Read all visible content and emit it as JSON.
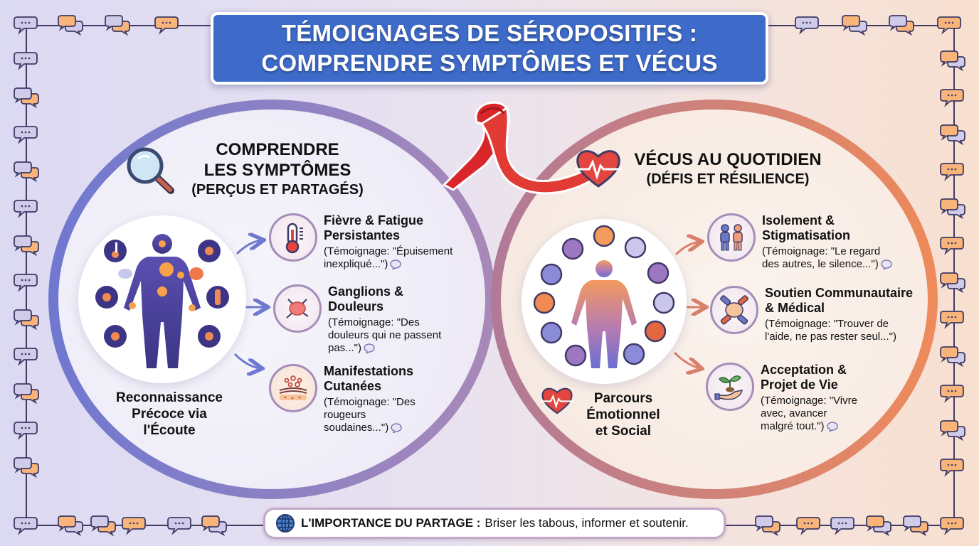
{
  "title": {
    "line1": "TÉMOIGNAGES DE SÉROPOSITIFS :",
    "line2": "COMPRENDRE SYMPTÔMES ET VÉCUS"
  },
  "left_section": {
    "heading_line1": "COMPRENDRE",
    "heading_line2": "LES SYMPTÔMES",
    "heading_line3": "(PERÇUS ET PARTAGÉS)",
    "icon": "magnifying-glass-icon",
    "hub_caption_line1": "Reconnaissance",
    "hub_caption_line2": "Précoce via",
    "hub_caption_line3": "l'Écoute",
    "items": [
      {
        "icon": "thermometer-icon",
        "title_line1": "Fièvre & Fatigue",
        "title_line2": "Persistantes",
        "quote_line1": "(Témoignage: \"Épuisement",
        "quote_line2": "inexpliqué...\")"
      },
      {
        "icon": "lymph-node-icon",
        "title_line1": "Ganglions &",
        "title_line2": "Douleurs",
        "quote_line1": "(Témoignage: \"Des",
        "quote_line2": "douleurs qui ne passent",
        "quote_line3": "pas...\")"
      },
      {
        "icon": "skin-rash-icon",
        "title_line1": "Manifestations",
        "title_line2": "Cutanées",
        "quote_line1": "(Témoignage: \"Des",
        "quote_line2": "rougeurs",
        "quote_line3": "soudaines...\")"
      }
    ]
  },
  "right_section": {
    "heading_line1": "VÉCUS AU QUOTIDIEN",
    "heading_line2": "(DÉFIS ET RÉSILIENCE)",
    "icon": "heart-pulse-icon",
    "hub_caption_line1": "Parcours",
    "hub_caption_line2": "Émotionnel",
    "hub_caption_line3": "et Social",
    "items": [
      {
        "icon": "isolation-people-icon",
        "title_line1": "Isolement &",
        "title_line2": "Stigmatisation",
        "quote_line1": "(Témoignage: \"Le regard",
        "quote_line2": "des autres, le silence...\")"
      },
      {
        "icon": "joined-hands-icon",
        "title_line1": "Soutien Communautaire",
        "title_line2": "& Médical",
        "quote_line1": "(Témoignage: \"Trouver de",
        "quote_line2": "l'aide, ne pas rester seul...\")"
      },
      {
        "icon": "hand-sprout-icon",
        "title_line1": "Acceptation &",
        "title_line2": "Projet de Vie",
        "quote_line1": "(Témoignage: \"Vivre",
        "quote_line2": "avec, avancer",
        "quote_line3": "malgré tout.\")"
      }
    ]
  },
  "center_icon": "red-ribbon-icon",
  "footer": {
    "icon": "globe-icon",
    "bold": "L'IMPORTANCE DU PARTAGE :",
    "text": "Briser les tabous, informer et soutenir."
  },
  "colors": {
    "title_bg": "#3e6bc9",
    "left_accent": "#6f78d0",
    "right_accent": "#ef8a5a",
    "ribbon": "#d9262b",
    "bubble_orange": "#f9b47a",
    "bubble_lavender": "#cfcbe8",
    "frame_line": "#3f3a66"
  }
}
